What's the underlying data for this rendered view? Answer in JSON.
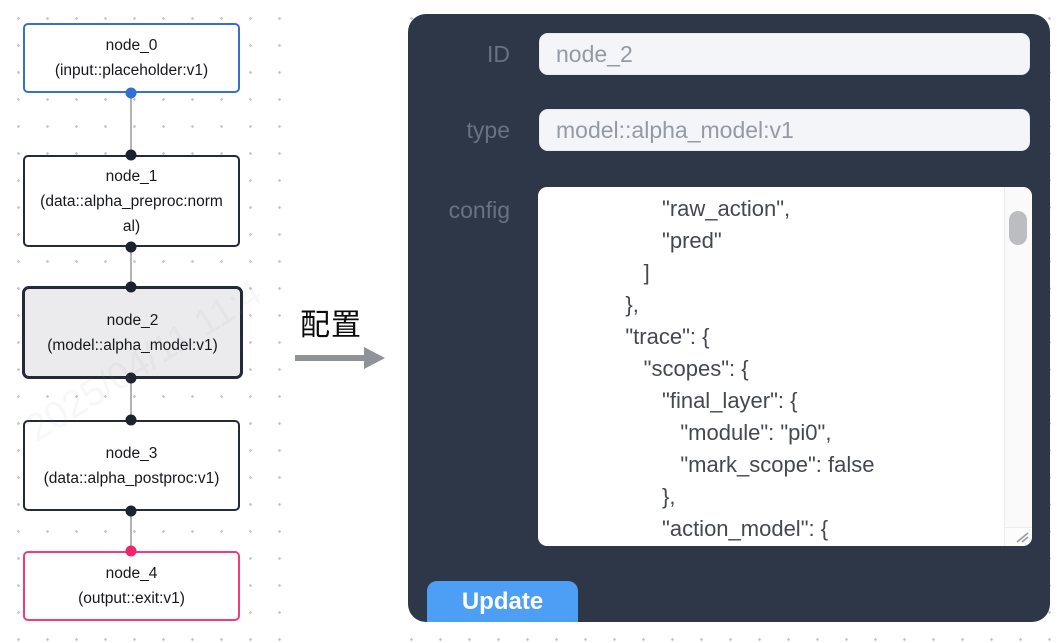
{
  "canvas": {
    "nodes": [
      {
        "id": "node_0",
        "label": "node_0",
        "sublabel": "(input::placeholder:v1)",
        "border_color": "#3a6ed0",
        "fill": "#ffffff",
        "port_bottom_color": "#2f6fd6"
      },
      {
        "id": "node_1",
        "label": "node_1",
        "sublabel": "(data::alpha_preproc:normal)",
        "border_color": "#242a38",
        "fill": "#ffffff",
        "port_top_color": "#1c2230",
        "port_bottom_color": "#1c2230"
      },
      {
        "id": "node_2",
        "label": "node_2",
        "sublabel": "(model::alpha_model:v1)",
        "border_color": "#242a38",
        "fill": "#ebebee",
        "selected": true,
        "port_top_color": "#1c2230",
        "port_bottom_color": "#1c2230"
      },
      {
        "id": "node_3",
        "label": "node_3",
        "sublabel": "(data::alpha_postproc:v1)",
        "border_color": "#242a38",
        "fill": "#ffffff",
        "port_top_color": "#1c2230",
        "port_bottom_color": "#1c2230"
      },
      {
        "id": "node_4",
        "label": "node_4",
        "sublabel": "(output::exit:v1)",
        "border_color": "#ee3d79",
        "fill": "#ffffff",
        "port_top_color": "#f0246e"
      }
    ],
    "edge_color": "#b2b3b7",
    "dot_grid_color": "#c6c8cd"
  },
  "transition": {
    "label": "配置",
    "arrow_color": "#8f9296"
  },
  "panel": {
    "bg_color": "#2d3748",
    "fields": [
      {
        "label": "ID",
        "value": "node_2"
      },
      {
        "label": "type",
        "value": "model::alpha_model:v1"
      }
    ],
    "config": {
      "label": "config",
      "value": "                  \"raw_action\",\n                  \"pred\"\n               ]\n            },\n            \"trace\": {\n               \"scopes\": {\n                  \"final_layer\": {\n                     \"module\": \"pi0\",\n                     \"mark_scope\": false\n                  },\n                  \"action_model\": {"
    },
    "update_label": "Update",
    "button_color": "#4d9ff6"
  },
  "watermark": {
    "text": "2025/04/11 11:4"
  }
}
